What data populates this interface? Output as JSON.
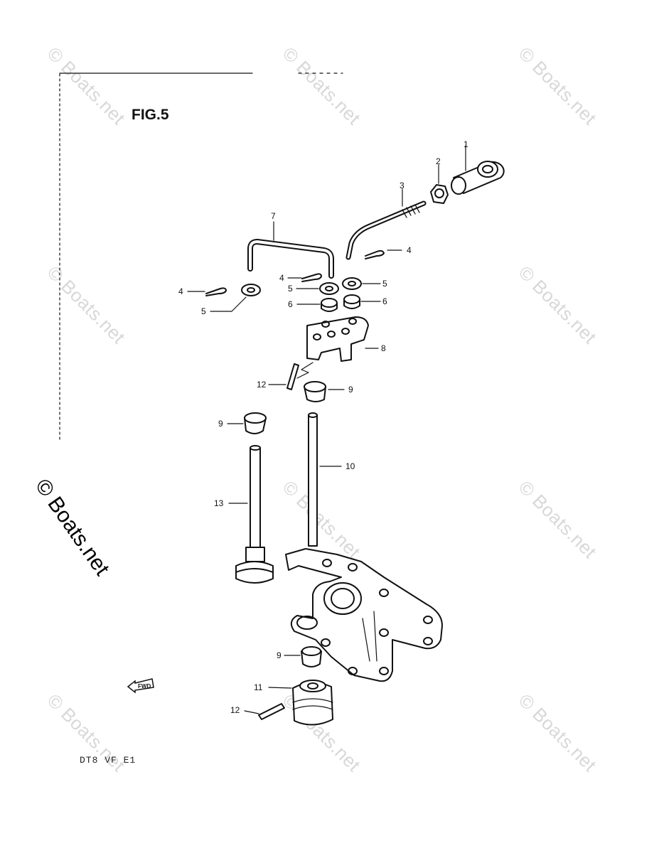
{
  "figure": {
    "title": "FIG.5",
    "model_code": "DT8 VF E1"
  },
  "watermark": {
    "text": "© Boats.net"
  },
  "callouts": {
    "c1": "1",
    "c2": "2",
    "c3": "3",
    "c4a": "4",
    "c4b": "4",
    "c4c": "4",
    "c5a": "5",
    "c5b": "5",
    "c5c": "5",
    "c6a": "6",
    "c6b": "6",
    "c7": "7",
    "c8": "8",
    "c9a": "9",
    "c9b": "9",
    "c9c": "9",
    "c10": "10",
    "c11": "11",
    "c12a": "12",
    "c12b": "12",
    "c13": "13"
  },
  "fwd_label": "FWD"
}
